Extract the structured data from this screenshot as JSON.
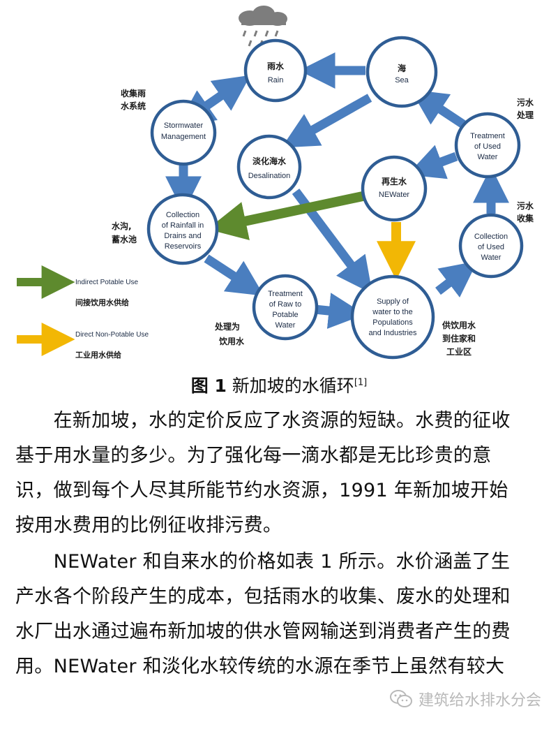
{
  "diagram": {
    "nodes": {
      "rain": {
        "zh": "雨水",
        "en": [
          "Rain"
        ]
      },
      "sea": {
        "zh": "海",
        "en": [
          "Sea"
        ]
      },
      "stormwater": {
        "zh": "",
        "en": [
          "Stormwater",
          "Management"
        ]
      },
      "desalination": {
        "zh": "淡化海水",
        "en": [
          "Desalination"
        ]
      },
      "newater": {
        "zh": "再生水",
        "en": [
          "NEWater"
        ]
      },
      "treatment_used": {
        "zh": "",
        "en": [
          "Treatment",
          "of Used",
          "Water"
        ]
      },
      "collection_rainfall": {
        "zh": "",
        "en": [
          "Collection",
          "of Rainfall in",
          "Drains and",
          "Reservoirs"
        ]
      },
      "collection_used": {
        "zh": "",
        "en": [
          "Collection",
          "of Used",
          "Water"
        ]
      },
      "treatment_raw": {
        "zh": "",
        "en": [
          "Treatment",
          "of Raw to",
          "Potable",
          "Water"
        ]
      },
      "supply": {
        "zh": "",
        "en": [
          "Supply of",
          "water to the",
          "Populations",
          "and Industries"
        ]
      }
    },
    "side_labels": {
      "stormwater_zh": [
        "收集雨",
        "水系统"
      ],
      "drains_zh": [
        "水沟,",
        "蓄水池"
      ],
      "used_treatment_zh": [
        "污水",
        "处理"
      ],
      "used_collection_zh": [
        "污水",
        "收集"
      ],
      "potable_zh": [
        "处理为",
        "饮用水"
      ],
      "supply_zh": [
        "供饮用水",
        "到住家和",
        "工业区"
      ]
    },
    "legend": [
      {
        "en": "Indirect Potable Use",
        "zh": "间接饮用水供给",
        "color": "#5e8a2e"
      },
      {
        "en": "Direct Non-Potable Use",
        "zh": "工业用水供给",
        "color": "#f2b705"
      }
    ],
    "colors": {
      "blue_arrow": "#4a7ebf",
      "node_stroke": "#2f5d94"
    }
  },
  "caption": {
    "fig": "图 1",
    "text": " 新加坡的水循环",
    "ref": "[1]"
  },
  "paragraphs": [
    {
      "lines": [
        "　　在新加坡，水的定价反应了水资源的短缺。水费的征收",
        "基于用水量的多少。为了强化每一滴水都是无比珍贵的意",
        "识，做到每个人尽其所能节约水资源，1991 年新加坡开始",
        "按用水费用的比例征收排污费。"
      ]
    },
    {
      "lines": [
        "　　NEWater 和自来水的价格如表 1 所示。水价涵盖了生",
        "产水各个阶段产生的成本，包括雨水的收集、废水的处理和",
        "水厂出水通过遍布新加坡的供水管网输送到消费者产生的费",
        "用。NEWater 和淡化水较传统的水源在季节上虽然有较大"
      ]
    }
  ],
  "watermark": {
    "text": "建筑给水排水分会",
    "icon": "wechat-icon"
  }
}
